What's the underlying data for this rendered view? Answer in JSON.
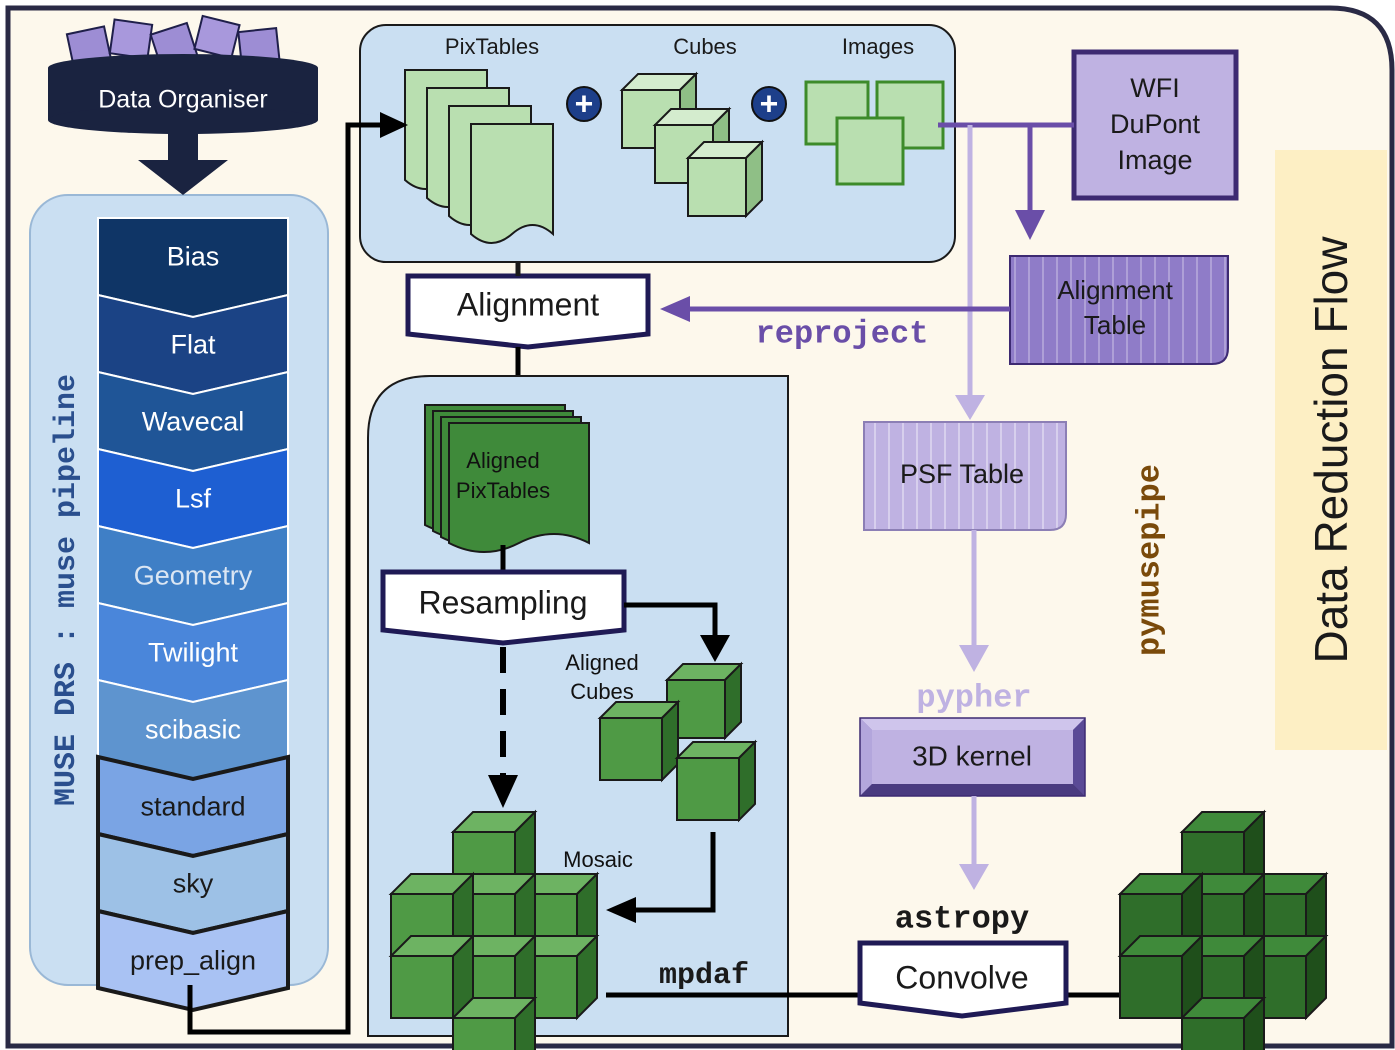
{
  "organiser": {
    "label": "Data Organiser"
  },
  "pipeline": {
    "vertical_label": "MUSE DRS : muse pipeline",
    "steps": [
      {
        "label": "Bias",
        "color": "#0f3566"
      },
      {
        "label": "Flat",
        "color": "#1b4385"
      },
      {
        "label": "Wavecal",
        "color": "#1f5597"
      },
      {
        "label": "Lsf",
        "color": "#1e5fd2"
      },
      {
        "label": "Geometry",
        "color": "#3f7fc6"
      },
      {
        "label": "Twilight",
        "color": "#4a86da"
      },
      {
        "label": "scibasic",
        "color": "#5e94cf"
      },
      {
        "label": "standard",
        "color": "#7aa4e4"
      },
      {
        "label": "sky",
        "color": "#9dc1e6"
      },
      {
        "label": "prep_align",
        "color": "#a9c2f3"
      }
    ]
  },
  "products": {
    "pixtables": "PixTables",
    "cubes": "Cubes",
    "images": "Images",
    "plus_symbol": "+"
  },
  "wfi": {
    "line1": "WFI",
    "line2": "DuPont",
    "line3": "Image"
  },
  "alignment": {
    "label": "Alignment"
  },
  "alignment_table": {
    "line1": "Alignment",
    "line2": "Table"
  },
  "reproject": {
    "label": "reproject"
  },
  "aligned_pixtables": {
    "line1": "Aligned",
    "line2": "PixTables"
  },
  "resampling": {
    "label": "Resampling"
  },
  "aligned_cubes": {
    "line1": "Aligned",
    "line2": "Cubes"
  },
  "mosaic": {
    "label": "Mosaic"
  },
  "mpdaf": {
    "label": "mpdaf"
  },
  "psf_table": {
    "label": "PSF Table"
  },
  "pypher": {
    "label": "pypher"
  },
  "kernel": {
    "label": "3D kernel"
  },
  "astropy": {
    "label": "astropy"
  },
  "convolve": {
    "label": "Convolve"
  },
  "pymusepipe": {
    "label": "pymusepipe"
  },
  "flow_title": {
    "label": "Data Reduction Flow"
  },
  "colors": {
    "background": "#fdf8ec",
    "panel_blue": "#cadff2",
    "light_green": "#b9dfb0",
    "dark_green": "#3f8a3a",
    "final_green": "#2f6e2a",
    "purple": "#6a4ea8",
    "light_purple": "#bfb2e2",
    "title_bg": "#fdefc4",
    "pymusepipe_brown": "#7a4a0a"
  }
}
